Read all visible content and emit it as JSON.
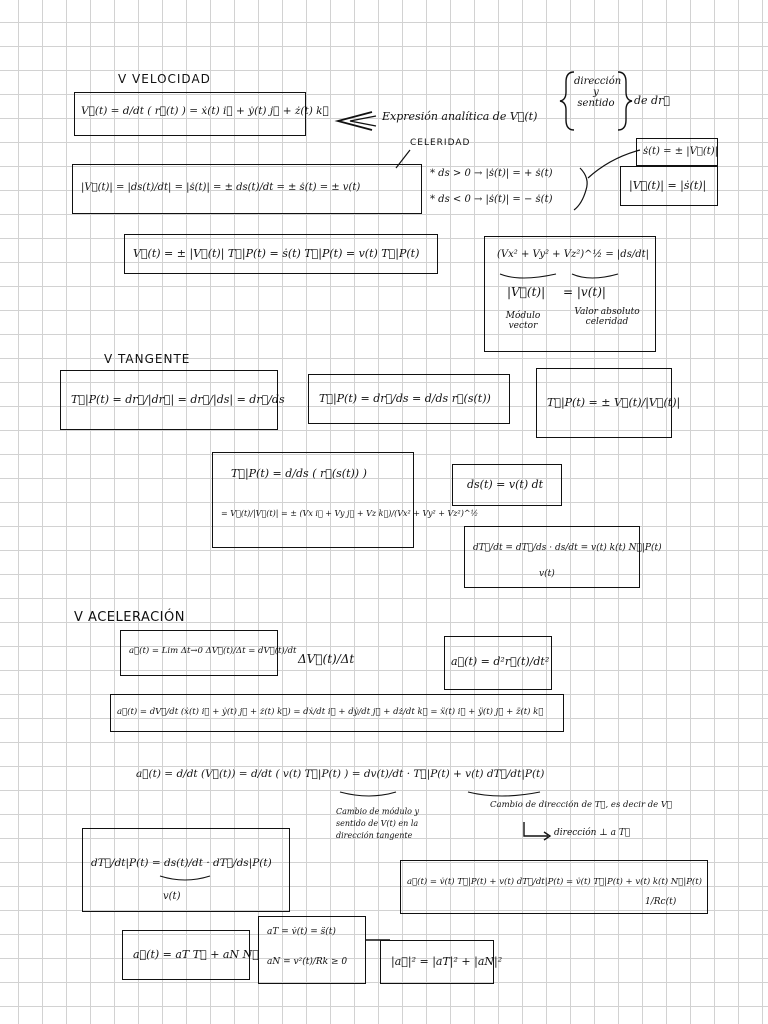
{
  "sections": {
    "velocidad": "V  VELOCIDAD",
    "tangente": "V  TANGENTE",
    "aceleracion": "V  ACELERACIÓN"
  },
  "velocidad": {
    "eq_main": "V⃗(t) = d/dt ( r⃗(t) ) = ẋ(t) i⃗ + ẏ(t) j⃗ + ż(t) k⃗",
    "arrow_note": "Expresión analítica de  V⃗(t)",
    "brace_items": [
      "dirección",
      "y",
      "sentido"
    ],
    "brace_right": "de  dr⃗",
    "celeridad": "CELERIDAD",
    "eq_celeridad": "|V⃗(t)| = |ds(t)/dt| = |ṡ(t)| = ± ds(t)/dt = ± ṡ(t) = ± v(t)",
    "case_pos": "* ds > 0  →  |ṡ(t)| = + ṡ(t)",
    "case_neg": "* ds < 0  →  |ṡ(t)| = − ṡ(t)",
    "box_s": "ṡ(t) = ± |V⃗(t)|",
    "box_mod": "|V⃗(t)| = |ṡ(t)|",
    "eq_vt": "V⃗(t) = ± |V⃗(t)| T⃗|P(t) = ṡ(t) T⃗|P(t) = v(t) T⃗|P(t)",
    "box_comp_top": "(Vx² + Vy² + Vz²)^½ = |ds/dt|",
    "box_comp_a": "|V⃗(t)|",
    "box_comp_b": "= |v(t)|",
    "box_comp_la": "Módulo vector",
    "box_comp_lb": "Valor absoluto celeridad"
  },
  "tangente": {
    "eq1": "T⃗|P(t) = dr⃗/|dr⃗| = dr⃗/|ds| = dr⃗/ds",
    "eq2": "T⃗|P(t) = dr⃗/ds = d/ds r⃗(s(t))",
    "eq3": "T⃗|P(t) = ± V⃗(t)/|V⃗(t)|",
    "eq4_top": "T⃗|P(t) = d/ds ( r⃗(s(t)) )",
    "eq4_bot": "= V⃗(t)/|V⃗(t)| = ± (Vx i⃗ + Vy j⃗ + Vz k⃗)/(Vx² + Vy² + Vz²)^½",
    "eq5": "ds(t) = v(t) dt",
    "eq6": "dT⃗/dt = dT⃗/ds · ds/dt = v(t) k(t) N⃗|P(t)",
    "eq6_sub": "v(t)"
  },
  "aceleracion": {
    "eq1": "a⃗(t) = Lim Δt→0  ΔV⃗(t)/Δt = dV⃗(t)/dt",
    "eq1_side": "ΔV⃗(t)/Δt",
    "eq2": "a⃗(t) = d²r⃗(t)/dt²",
    "eq3": "a⃗(t) = dV⃗/dt (ẋ(t) i⃗ + ẏ(t) j⃗ + ż(t) k⃗) = dẋ/dt i⃗ + dẏ/dt j⃗ + dż/dt k⃗ = ẍ(t) i⃗ + ÿ(t) j⃗ + z̈(t) k⃗",
    "eq4": "a⃗(t) = d/dt (V⃗(t)) = d/dt ( v(t) T⃗|P(t) ) = dv(t)/dt · T⃗|P(t) + v(t) dT⃗/dt|P(t)",
    "note_a": "Cambio de módulo y sentido de V(t) en la dirección tangente",
    "note_b": "Cambio de dirección de T⃗, es decir de V⃗",
    "note_c": "dirección ⊥ a T⃗",
    "eq5": "dT⃗/dt|P(t) = ds(t)/dt · dT⃗/ds|P(t)",
    "eq5_sub": "v(t)",
    "eq6": "a⃗(t) = v̇(t) T⃗|P(t) + v(t) dT⃗/dt|P(t) = v̇(t) T⃗|P(t) + v(t) k(t) N⃗|P(t)",
    "eq6_sub": "1/Rc(t)",
    "eq7": "a⃗(t) = aT T⃗ + aN N⃗",
    "eq8_a": "aT = v̇(t) = s̈(t)",
    "eq8_b": "aN = v²(t)/Rk ≥ 0",
    "eq9": "|a⃗|² = |aT|² + |aN|²"
  }
}
